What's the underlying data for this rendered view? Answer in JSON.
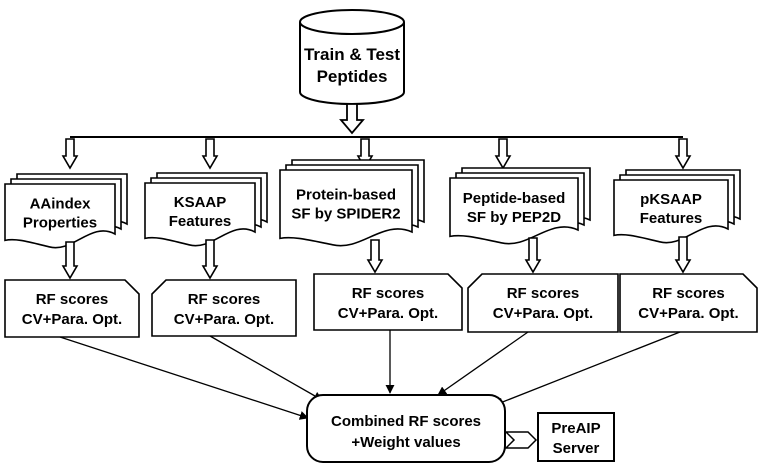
{
  "source": {
    "line1": "Train & Test",
    "line2": "Peptides"
  },
  "features": [
    {
      "line1": "AAindex",
      "line2": "Properties"
    },
    {
      "line1": "KSAAP",
      "line2": "Features"
    },
    {
      "line1": "Protein-based",
      "line2": "SF by SPIDER2"
    },
    {
      "line1": "Peptide-based",
      "line2": "SF by  PEP2D"
    },
    {
      "line1": "pKSAAP",
      "line2": "Features"
    }
  ],
  "rf": [
    {
      "line1": "RF scores",
      "line2": "CV+Para. Opt."
    },
    {
      "line1": "RF scores",
      "line2": "CV+Para. Opt."
    },
    {
      "line1": "RF scores",
      "line2": "CV+Para. Opt."
    },
    {
      "line1": "RF scores",
      "line2": "CV+Para. Opt."
    },
    {
      "line1": "RF scores",
      "line2": "CV+Para. Opt."
    }
  ],
  "combined": {
    "line1": "Combined RF scores",
    "line2": "+Weight values"
  },
  "server": {
    "line1": "PreAIP",
    "line2": "Server"
  }
}
